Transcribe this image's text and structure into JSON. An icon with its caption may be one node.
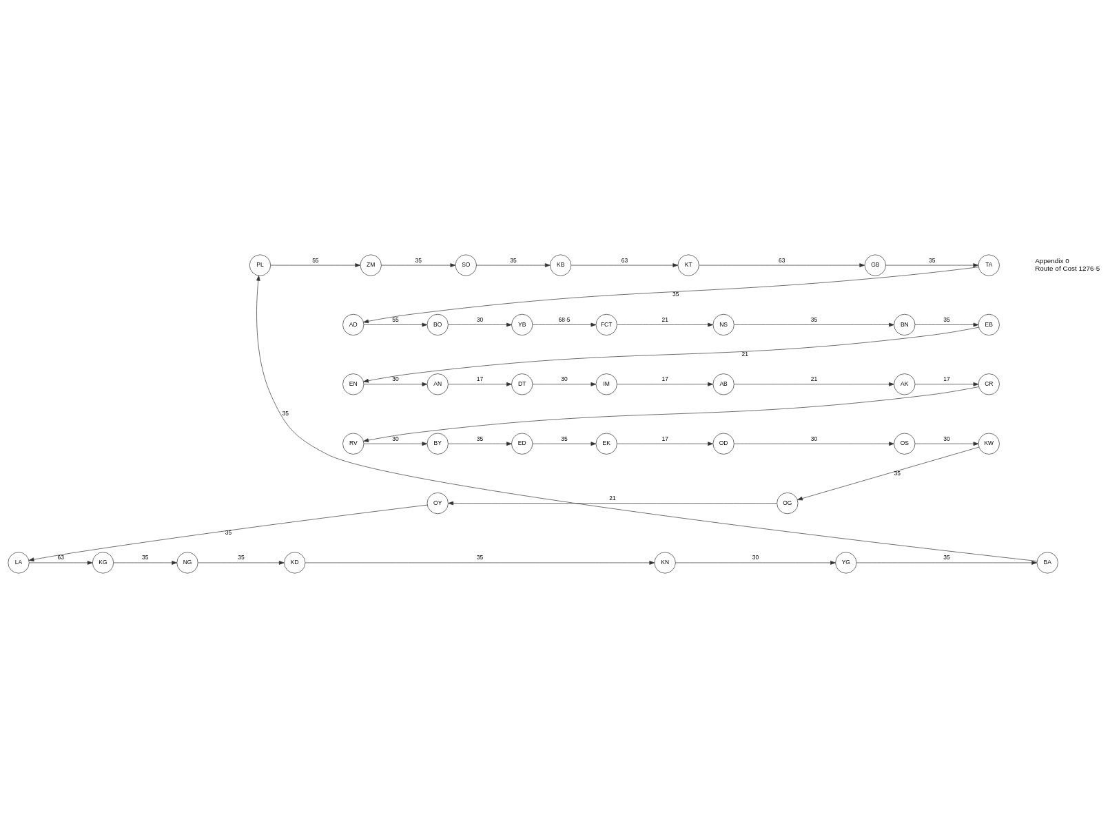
{
  "diagram": {
    "nodes": [
      {
        "text": [
          "SO"
        ]
      },
      {
        "text": [
          "YG"
        ]
      },
      {
        "text": [
          "YB"
        ]
      },
      {
        "text": [
          "KT"
        ]
      },
      {
        "text": [
          "ZM"
        ]
      },
      {
        "text": [
          "KN"
        ]
      },
      {
        "text": [
          "BO"
        ]
      },
      {
        "text": [
          "KB"
        ]
      },
      {
        "text": [
          "GB"
        ]
      },
      {
        "text": [
          "KD"
        ]
      },
      {
        "text": [
          "BA"
        ]
      },
      {
        "text": [
          "PL"
        ]
      },
      {
        "text": [
          "NG"
        ]
      },
      {
        "text": [
          "FCT"
        ]
      },
      {
        "text": [
          "AD"
        ]
      },
      {
        "text": [
          "NS"
        ]
      },
      {
        "text": [
          "KW"
        ]
      },
      {
        "text": [
          "TA"
        ]
      },
      {
        "text": [
          "EK"
        ]
      },
      {
        "text": [
          "OS"
        ]
      },
      {
        "text": [
          "KG"
        ]
      },
      {
        "text": [
          "BN"
        ]
      },
      {
        "text": [
          "OY"
        ]
      },
      {
        "text": [
          "OD"
        ]
      },
      {
        "text": [
          "EN"
        ]
      },
      {
        "text": [
          "EB"
        ]
      },
      {
        "text": [
          "OG"
        ]
      },
      {
        "text": [
          "AN"
        ]
      },
      {
        "text": [
          "ED"
        ]
      },
      {
        "text": [
          "AB"
        ]
      },
      {
        "text": [
          "LA"
        ]
      },
      {
        "text": [
          "DT"
        ]
      },
      {
        "text": [
          "IM"
        ]
      },
      {
        "text": [
          "CR"
        ]
      },
      {
        "text": [
          "BY"
        ]
      },
      {
        "text": [
          "RV"
        ]
      },
      {
        "text": [
          "AK"
        ]
      }
    ],
    "edges": [
      {
        "from": 30,
        "to": 20,
        "arrow": "to",
        "label": "63"
      },
      {
        "from": 20,
        "to": 12,
        "arrow": "to",
        "label": "35"
      },
      {
        "from": 12,
        "to": 9,
        "arrow": "to",
        "label": "35"
      },
      {
        "from": 9,
        "to": 5,
        "arrow": "to",
        "label": "35"
      },
      {
        "from": 5,
        "to": 1,
        "arrow": "to",
        "label": "30"
      },
      {
        "from": 1,
        "to": 10,
        "arrow": "to",
        "label": "35"
      },
      {
        "from": 10,
        "to": 11,
        "arrow": "to",
        "label": "35"
      },
      {
        "from": 11,
        "to": 4,
        "arrow": "to",
        "label": "55"
      },
      {
        "from": 4,
        "to": 0,
        "arrow": "to",
        "label": "35"
      },
      {
        "from": 0,
        "to": 7,
        "arrow": "to",
        "label": "35"
      },
      {
        "from": 7,
        "to": 3,
        "arrow": "to",
        "label": "63"
      },
      {
        "from": 3,
        "to": 8,
        "arrow": "to",
        "label": "63"
      },
      {
        "from": 8,
        "to": 17,
        "arrow": "to",
        "label": "35"
      },
      {
        "from": 17,
        "to": 14,
        "arrow": "to",
        "label": "35"
      },
      {
        "from": 14,
        "to": 6,
        "arrow": "to",
        "label": "55"
      },
      {
        "from": 6,
        "to": 2,
        "arrow": "to",
        "label": "30"
      },
      {
        "from": 2,
        "to": 13,
        "arrow": "to",
        "label": "68·5"
      },
      {
        "from": 13,
        "to": 15,
        "arrow": "to",
        "label": "21"
      },
      {
        "from": 15,
        "to": 21,
        "arrow": "to",
        "label": "35"
      },
      {
        "from": 21,
        "to": 25,
        "arrow": "to",
        "label": "35"
      },
      {
        "from": 25,
        "to": 24,
        "arrow": "to",
        "label": "21"
      },
      {
        "from": 24,
        "to": 27,
        "arrow": "to",
        "label": "30"
      },
      {
        "from": 27,
        "to": 31,
        "arrow": "to",
        "label": "17"
      },
      {
        "from": 31,
        "to": 32,
        "arrow": "to",
        "label": "30"
      },
      {
        "from": 32,
        "to": 29,
        "arrow": "to",
        "label": "17"
      },
      {
        "from": 29,
        "to": 36,
        "arrow": "to",
        "label": "21"
      },
      {
        "from": 36,
        "to": 33,
        "arrow": "to",
        "label": "17"
      },
      {
        "from": 33,
        "to": 35,
        "arrow": "to"
      },
      {
        "from": 35,
        "to": 34,
        "arrow": "to",
        "label": "30"
      },
      {
        "from": 34,
        "to": 28,
        "arrow": "to",
        "label": "35"
      },
      {
        "from": 28,
        "to": 18,
        "arrow": "to",
        "label": "35"
      },
      {
        "from": 18,
        "to": 23,
        "arrow": "to",
        "label": "17"
      },
      {
        "from": 23,
        "to": 19,
        "arrow": "to",
        "label": "30"
      },
      {
        "from": 19,
        "to": 16,
        "arrow": "to",
        "label": "30"
      },
      {
        "from": 16,
        "to": 26,
        "arrow": "to",
        "label": "35"
      },
      {
        "from": 26,
        "to": 22,
        "arrow": "to",
        "label": "21"
      },
      {
        "from": 22,
        "to": 30,
        "arrow": "to",
        "label": "35"
      }
    ],
    "labels": [
      "Appendix 0",
      "Route of Cost 1276·5"
    ]
  }
}
